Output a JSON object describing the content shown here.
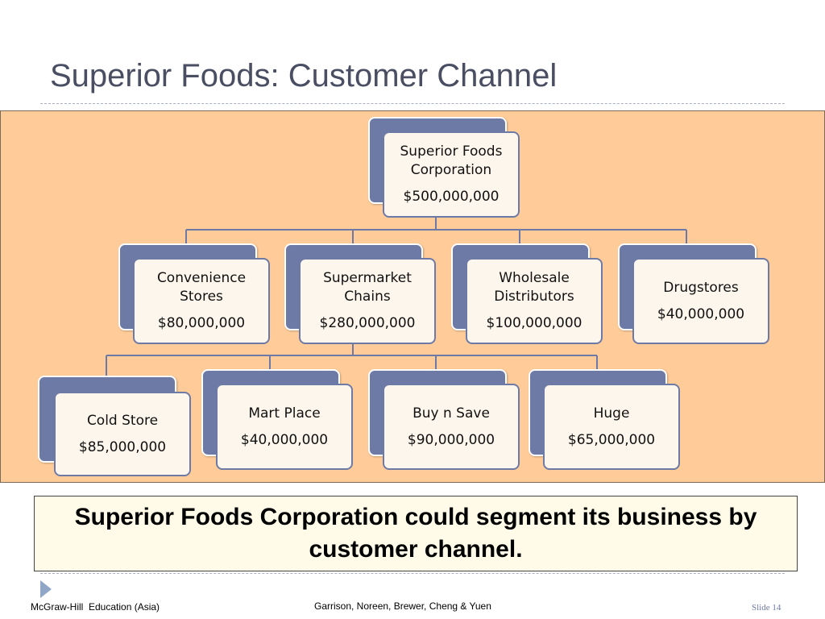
{
  "title": "Superior Foods: Customer Channel",
  "root": {
    "name": "Superior Foods Corporation",
    "amount": "$500,000,000"
  },
  "channels": [
    {
      "name": "Convenience Stores",
      "amount": "$80,000,000"
    },
    {
      "name": "Supermarket Chains",
      "amount": "$280,000,000"
    },
    {
      "name": "Wholesale Distributors",
      "amount": "$100,000,000"
    },
    {
      "name": "Drugstores",
      "amount": "$40,000,000"
    }
  ],
  "supermarkets": [
    {
      "name": "Cold Store",
      "amount": "$85,000,000"
    },
    {
      "name": "Mart Place",
      "amount": "$40,000,000"
    },
    {
      "name": "Buy n Save",
      "amount": "$90,000,000"
    },
    {
      "name": "Huge",
      "amount": "$65,000,000"
    }
  ],
  "caption": "Superior Foods Corporation could segment its business by customer channel.",
  "footer": {
    "left": "McGraw-Hill  Education (Asia)",
    "center": "Garrison, Noreen, Brewer, Cheng & Yuen",
    "slide": "Slide 14"
  },
  "colors": {
    "background": "#ffcc99",
    "card_back": "#6e7aa6",
    "card_front": "#fdf6ec"
  }
}
